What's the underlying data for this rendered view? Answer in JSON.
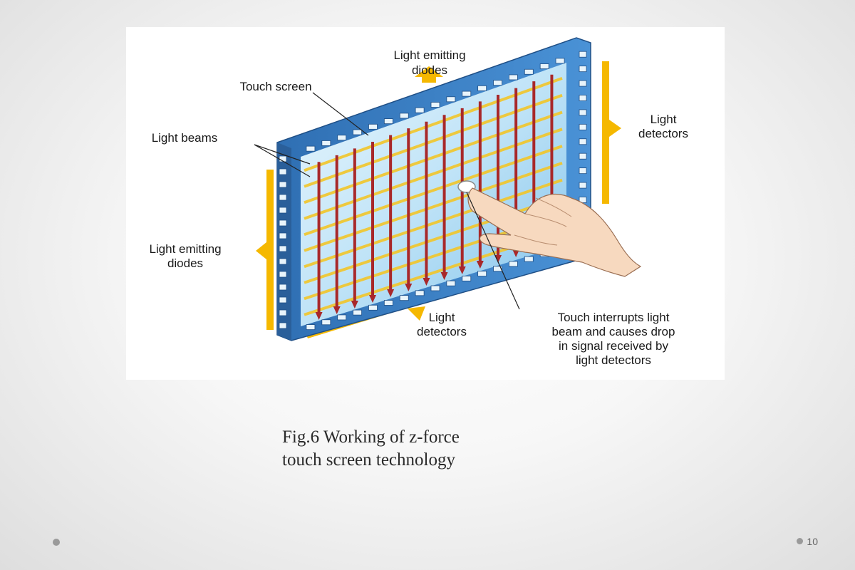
{
  "diagram": {
    "labels": {
      "led_top_line1": "Light emitting",
      "led_top_line2": "diodes",
      "touch_screen": "Touch screen",
      "light_beams": "Light beams",
      "detectors_right_line1": "Light",
      "detectors_right_line2": "detectors",
      "led_left_line1": "Light emitting",
      "led_left_line2": "diodes",
      "detectors_bottom_line1": "Light",
      "detectors_bottom_line2": "detectors",
      "touch_line1": "Touch interrupts light",
      "touch_line2": "beam and causes drop",
      "touch_line3": "in signal received by",
      "touch_line4": "light detectors"
    },
    "colors": {
      "frame": "#3d7fc4",
      "glass": "#bfe3f7",
      "beam_vertical": "#a8282a",
      "beam_horizontal": "#f2c62a",
      "arrow_accent": "#f5b800"
    }
  },
  "caption": {
    "line1": "Fig.6  Working of z-force",
    "line2": "touch screen technology"
  },
  "slide": {
    "number": "10"
  }
}
